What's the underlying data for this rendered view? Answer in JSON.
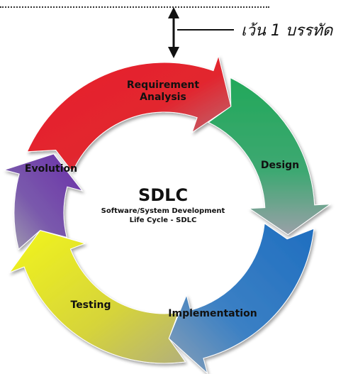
{
  "annotation": {
    "text": "เว้น 1 บรรทัด"
  },
  "center": {
    "title": "SDLC",
    "subtitle_line1": "Software/System Development",
    "subtitle_line2": "Life Cycle - SDLC"
  },
  "stages": {
    "requirement_line1": "Requirement",
    "requirement_line2": "Analysis",
    "design": "Design",
    "implementation": "Implementation",
    "testing": "Testing",
    "evolution": "Evolution"
  },
  "colors": {
    "requirement": "#e8202a",
    "design": "#2fb062",
    "implementation": "#2a78c8",
    "testing": "#eef21a",
    "evolution": "#7a3fb0",
    "fade": "#9aa0a8"
  }
}
